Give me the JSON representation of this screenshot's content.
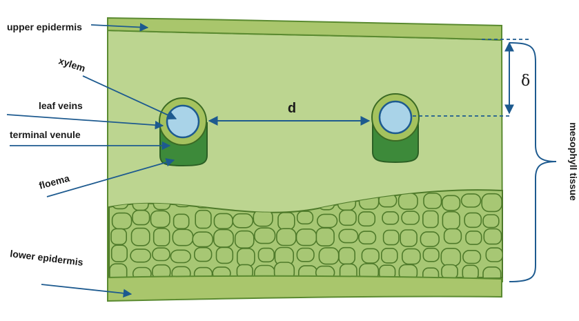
{
  "labels": {
    "upper_epidermis": "upper epidermis",
    "xylem": "xylem",
    "leaf_veins": "leaf veins",
    "terminal_venule": "terminal venule",
    "floema": "floema",
    "lower_epidermis": "lower epidermis",
    "distance": "d",
    "thickness": "δ",
    "mesophyll": "mesophyll tissue"
  },
  "colors": {
    "epidermis": "#a9c66c",
    "mesophyll": "#bcd590",
    "spongy": "#a7c774",
    "cell_border": "#4e7a2a",
    "vein_ring": "#a5c25e",
    "phloem": "#3d8a3a",
    "xylem": "#a9d3e8",
    "arrow": "#1d5a8f"
  }
}
